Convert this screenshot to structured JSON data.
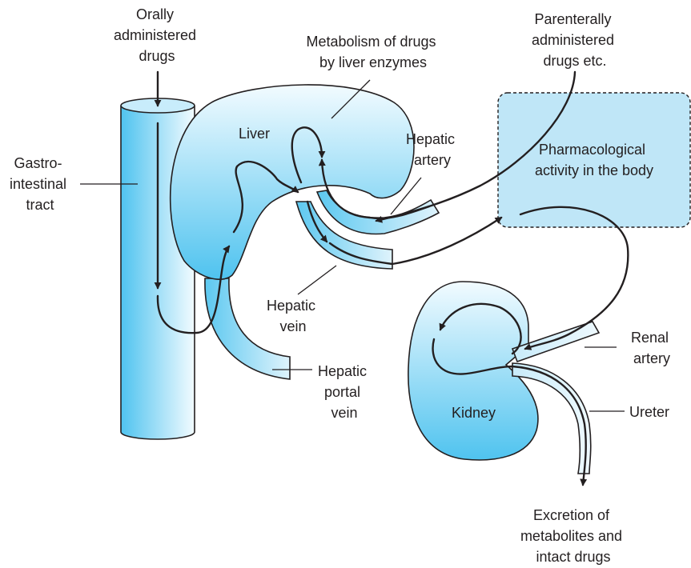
{
  "labels": {
    "oral": [
      "Orally",
      "administered",
      "drugs"
    ],
    "metabolism": [
      "Metabolism of drugs",
      "by liver enzymes"
    ],
    "parenteral": [
      "Parenterally",
      "administered",
      "drugs etc."
    ],
    "gi_tract": [
      "Gastro-",
      "intestinal",
      "tract"
    ],
    "liver": "Liver",
    "hepatic_artery": [
      "Hepatic",
      "artery"
    ],
    "pharmacological": [
      "Pharmacological",
      "activity in the body"
    ],
    "hepatic_vein": [
      "Hepatic",
      "vein"
    ],
    "hepatic_portal_vein": [
      "Hepatic",
      "portal",
      "vein"
    ],
    "kidney": "Kidney",
    "renal_artery": [
      "Renal",
      "artery"
    ],
    "ureter": "Ureter",
    "excretion": [
      "Excretion of",
      "metabolites and",
      "intact drugs"
    ]
  },
  "colors": {
    "organ_blue": "#5cc8f0",
    "organ_light": "#eaf7fd",
    "body_box": "#bfe6f7",
    "outline": "#231f20"
  }
}
